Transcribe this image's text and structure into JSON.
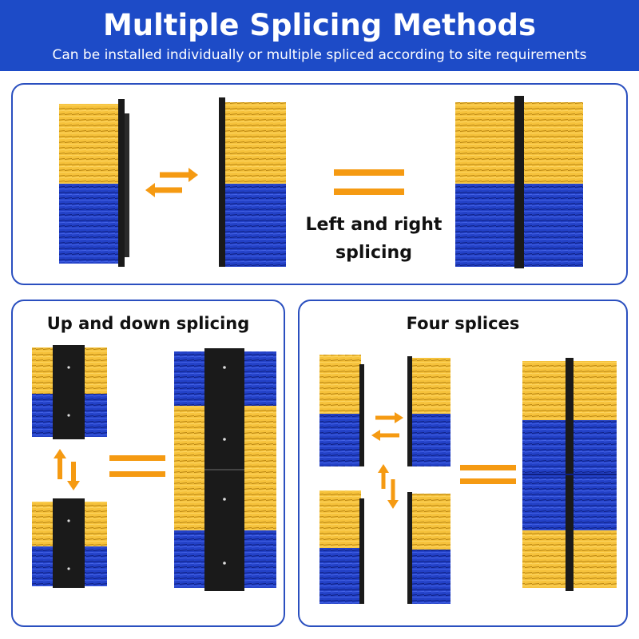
{
  "header": {
    "title": "Multiple Splicing Methods",
    "subtitle": "Can be installed individually or multiple spliced according to site requirements"
  },
  "panels": {
    "left_right": {
      "label_line1": "Left and right",
      "label_line2": "splicing"
    },
    "up_down": {
      "label": "Up and down splicing"
    },
    "four": {
      "label": "Four splices"
    }
  },
  "colors": {
    "header_bg": "#1d4bc7",
    "panel_border": "#2a4fbf",
    "bristle_yellow": "#f6c23b",
    "bristle_blue": "#2341c7",
    "base_black": "#1a1a1a",
    "arrow_orange": "#f59a12"
  }
}
